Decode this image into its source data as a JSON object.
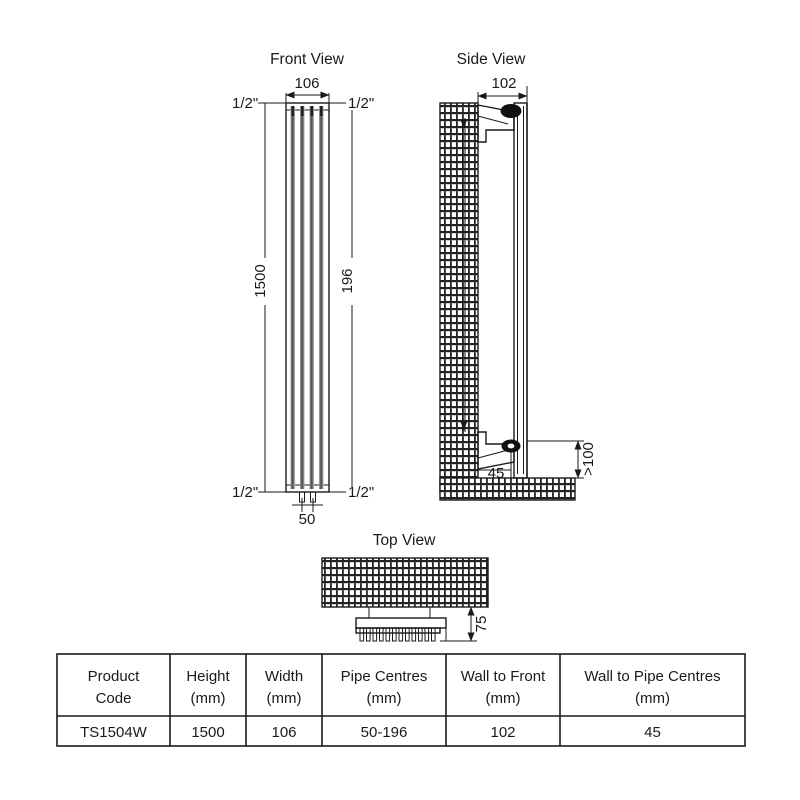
{
  "views": {
    "front": {
      "title": "Front View",
      "dims": {
        "width_top": "106",
        "height_left": "1500",
        "pipe_centre_right": "196",
        "pipe_centre_bottom": "50",
        "tl_thread": "1/2\"",
        "tr_thread": "1/2\"",
        "bl_thread": "1/2\"",
        "br_thread": "1/2\""
      }
    },
    "side": {
      "title": "Side View",
      "dims": {
        "depth_top": "102",
        "wall_to_pipe": "45",
        "floor_clearance": ">100"
      }
    },
    "top": {
      "title": "Top View",
      "dims": {
        "projection": "75"
      }
    }
  },
  "table": {
    "headers": [
      "Product Code",
      "Height (mm)",
      "Width (mm)",
      "Pipe Centres (mm)",
      "Wall to Front (mm)",
      "Wall to Pipe Centres (mm)"
    ],
    "headers_split": [
      {
        "line1": "Product",
        "line2": "Code"
      },
      {
        "line1": "Height",
        "line2": "(mm)"
      },
      {
        "line1": "Width",
        "line2": "(mm)"
      },
      {
        "line1": "Pipe Centres",
        "line2": "(mm)"
      },
      {
        "line1": "Wall to Front",
        "line2": "(mm)"
      },
      {
        "line1": "Wall to Pipe Centres",
        "line2": "(mm)"
      }
    ],
    "rows": [
      {
        "product_code": "TS1504W",
        "height": "1500",
        "width": "106",
        "pipe_centres": "50-196",
        "wall_to_front": "102",
        "wall_to_pipe_centres": "45"
      }
    ]
  },
  "colors": {
    "line": "#1a1a1a",
    "background": "#ffffff",
    "hatch": "#222222",
    "tube_fill": "#9a9a9a"
  }
}
